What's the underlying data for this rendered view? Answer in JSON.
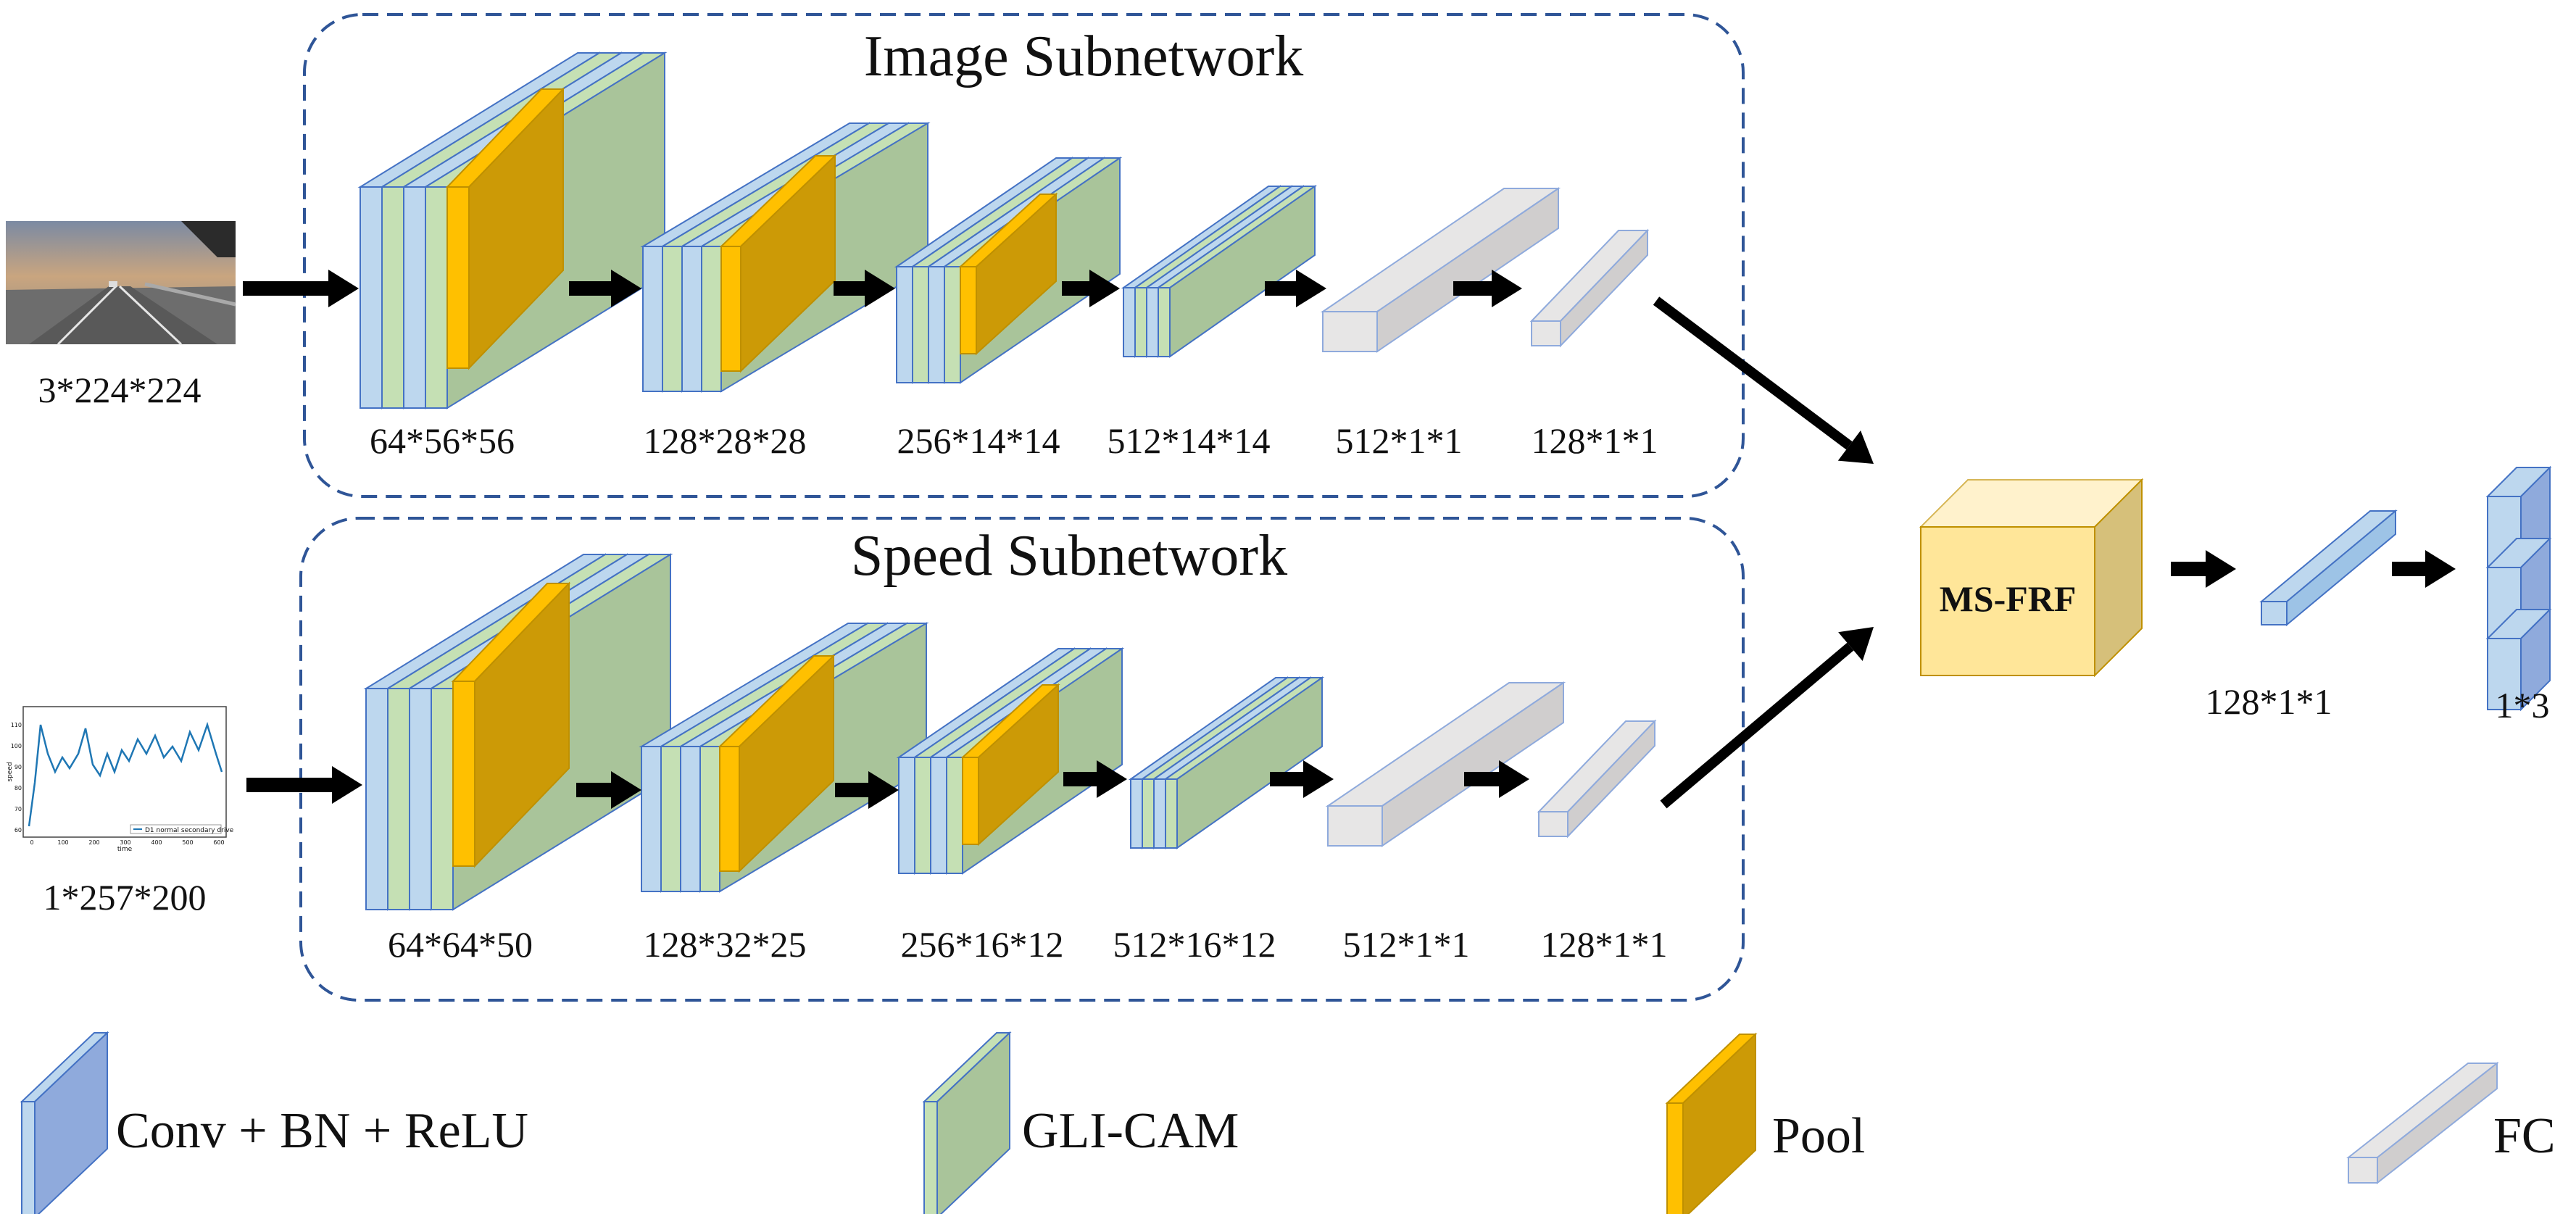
{
  "image_subnetwork": {
    "title": "Image Subnetwork",
    "input_label": "3*224*224",
    "stages": [
      "64*56*56",
      "128*28*28",
      "256*14*14",
      "512*14*14",
      "512*1*1",
      "128*1*1"
    ]
  },
  "speed_subnetwork": {
    "title": "Speed Subnetwork",
    "input_label": "1*257*200",
    "stages": [
      "64*64*50",
      "128*32*25",
      "256*16*12",
      "512*16*12",
      "512*1*1",
      "128*1*1"
    ]
  },
  "fusion": {
    "label": "MS-FRF",
    "fc_label": "128*1*1",
    "output_label": "1*3"
  },
  "speed_plot": {
    "legend": "D1 normal secondary drive",
    "xlabel": "time",
    "ylabel": "speed",
    "x_ticks": [
      "0",
      "100",
      "200",
      "300",
      "400",
      "500",
      "600"
    ],
    "y_ticks": [
      "110",
      "100",
      "90",
      "80",
      "70",
      "60"
    ]
  },
  "legend": {
    "conv": "Conv + BN + ReLU",
    "gli": "GLI-CAM",
    "pool": "Pool",
    "fc": "FC"
  },
  "colors": {
    "conv_face": "#bdd7ee",
    "conv_stroke": "#4472c4",
    "gli_face": "#c5e0b4",
    "gli_side": "#a9c49a",
    "pool_face": "#ffc000",
    "pool_side": "#cc9a06",
    "fc_face": "#e7e6e6",
    "fc_stroke": "#8faadc",
    "fusion_face": "#ffe699",
    "fusion_side": "#d6c07a",
    "frame": "#2f5597"
  }
}
